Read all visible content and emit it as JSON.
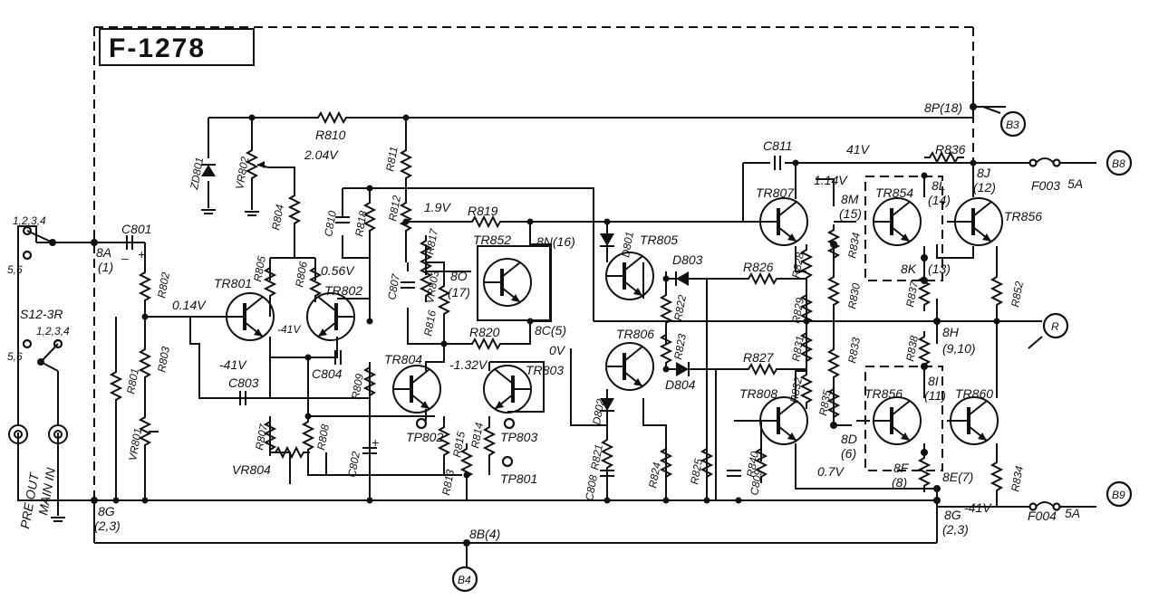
{
  "board": {
    "title": "F-1278"
  },
  "terminals": {
    "t8P": "8P(18)",
    "t8A": "8A",
    "t8A_n": "(1)",
    "t8G_left": "8G",
    "t8G_left_n": "(2,3)",
    "t8B": "8B(4)",
    "t8N": "8N(16)",
    "t8O": "8O",
    "t8O_n": "(17)",
    "t8C": "8C(5)",
    "t8M": "8M",
    "t8M_n": "(15)",
    "t8L": "8L",
    "t8L_n": "(14)",
    "t8J": "8J",
    "t8J_n": "(12)",
    "t8K": "8K",
    "t8K_n": "(13)",
    "t8H": "8H",
    "t8H_n": "(9,10)",
    "t8I": "8I",
    "t8I_n": "(11)",
    "t8D": "8D",
    "t8D_n": "(6)",
    "t8F": "8F",
    "t8F_n": "(8)",
    "t8E": "8E(7)",
    "t8G_right": "8G",
    "t8G_right_n": "(2,3)"
  },
  "connectors": {
    "B3": "B3",
    "B8": "B8",
    "B9": "B9",
    "B4": "B4",
    "R": "R"
  },
  "fuses": {
    "f003": "F003",
    "f003_rating": "5A",
    "f004": "F004",
    "f004_rating": "5A"
  },
  "voltages": {
    "v204": "2.04V",
    "v19": "1.9V",
    "v056": "0.56V",
    "v014": "0.14V",
    "vm41a": "-41V",
    "vm41b": "-41V",
    "vm132": "-1.32V",
    "v0": "0V",
    "v41": "41V",
    "v114": "1.14V",
    "v07": "0.7V",
    "vm41c": "-41V"
  },
  "transistors": {
    "tr801": "TR801",
    "tr802": "TR802",
    "tr804": "TR804",
    "tr803": "TR803",
    "tr852": "TR852",
    "tr805": "TR805",
    "tr806": "TR806",
    "tr807": "TR807",
    "tr808": "TR808",
    "tr854": "TR854",
    "tr856a": "TR856",
    "tr856b": "TR856",
    "tr860": "TR860"
  },
  "resistors": {
    "r810": "R810",
    "r811": "R811",
    "r804": "R804",
    "r818": "R818",
    "r812": "R812",
    "r819": "R819",
    "r817": "R817",
    "r805": "R805",
    "r806": "R806",
    "r802": "R802",
    "r803": "R803",
    "r801": "R801",
    "r816": "R816",
    "r820": "R820",
    "r809": "R809",
    "r807": "R807",
    "r808": "R808",
    "r813": "R813",
    "r815": "R815",
    "r814": "R814",
    "r821": "R821",
    "r822": "R822",
    "r823": "R823",
    "r824": "R824",
    "r825": "R825",
    "r826": "R826",
    "r827": "R827",
    "r828": "R828",
    "r829": "R829",
    "r830": "R830",
    "r831": "R831",
    "r832": "R832",
    "r833": "R833",
    "r834a": "R834",
    "r835": "R835",
    "r836": "R836",
    "r837": "R837",
    "r838": "R838",
    "r840": "R840",
    "r852": "R852",
    "r834b": "R834"
  },
  "capacitors": {
    "c801": "C801",
    "c810": "C810",
    "c807": "C807",
    "c804": "C804",
    "c803": "C803",
    "c802": "C802",
    "c808": "C808",
    "c809": "C809",
    "c811": "C811"
  },
  "pots": {
    "vr802": "VR802",
    "vr803": "VR803",
    "vr801": "VR801",
    "vr804": "VR804"
  },
  "diodes": {
    "zd801": "ZD801",
    "d801": "D801",
    "d802": "D802",
    "d803": "D803",
    "d804": "D804"
  },
  "testpoints": {
    "tp801": "TP801",
    "tp802": "TP802",
    "tp803": "TP803"
  },
  "switch": {
    "name": "S12-3R",
    "pos_top": "1,2,3,4",
    "pos_top_b": "5,6",
    "pos_mid": "1,2,3,4",
    "pos_mid_b": "5,6"
  },
  "jacks": {
    "pre_out": "PRE OUT",
    "main_in": "MAIN IN"
  },
  "signs": {
    "plus1": "+",
    "minus1": "–",
    "plus2": "+"
  }
}
